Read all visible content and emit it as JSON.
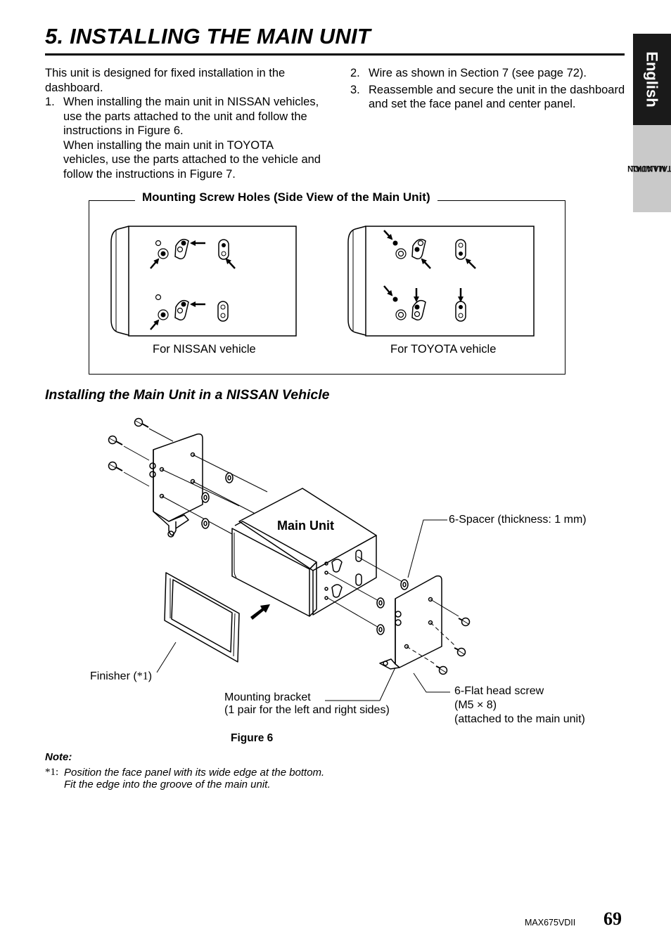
{
  "page": {
    "title": "5. INSTALLING THE MAIN UNIT",
    "model": "MAX675VDII",
    "page_number": "69"
  },
  "side_tab": {
    "language": "English",
    "manual_line1": "INSTALLATION",
    "manual_line2": "MANUAL"
  },
  "left_column": {
    "intro": "This unit is designed for fixed installation in the dashboard.",
    "item1_num": "1.",
    "item1_p1": "When installing the main unit in NISSAN vehicles, use the parts attached to the unit and follow the instructions in Figure 6.",
    "item1_p2": "When installing the main unit in TOYOTA vehicles, use the parts attached to the vehicle and follow the instructions in Figure 7."
  },
  "right_column": {
    "item2_num": "2.",
    "item2": "Wire as shown in Section 7 (see page 72).",
    "item3_num": "3.",
    "item3": "Reassemble and secure the unit in the dashboard and set the face panel and center panel."
  },
  "mounting_box": {
    "title": "Mounting Screw Holes (Side View of the  Main Unit)",
    "nissan_caption": "For NISSAN vehicle",
    "toyota_caption": "For TOYOTA vehicle"
  },
  "section": {
    "subheading": "Installing the Main Unit in a NISSAN Vehicle"
  },
  "figure6": {
    "main_unit_label": "Main Unit",
    "spacer_label": "6-Spacer (thickness: 1 mm)",
    "finisher_label": "Finisher (",
    "finisher_mark": "*1",
    "finisher_close": ")",
    "bracket_line1": "Mounting bracket",
    "bracket_line2": "(1 pair for the left and right sides)",
    "screw_line1": "6-Flat head screw",
    "screw_line2": "(M5 × 8)",
    "screw_line3": "(attached to the main unit)",
    "caption": "Figure 6"
  },
  "note": {
    "heading": "Note:",
    "marker": "*1:",
    "text": "Position the face panel with its wide edge at the bottom. Fit the edge into the groove of the main unit."
  }
}
